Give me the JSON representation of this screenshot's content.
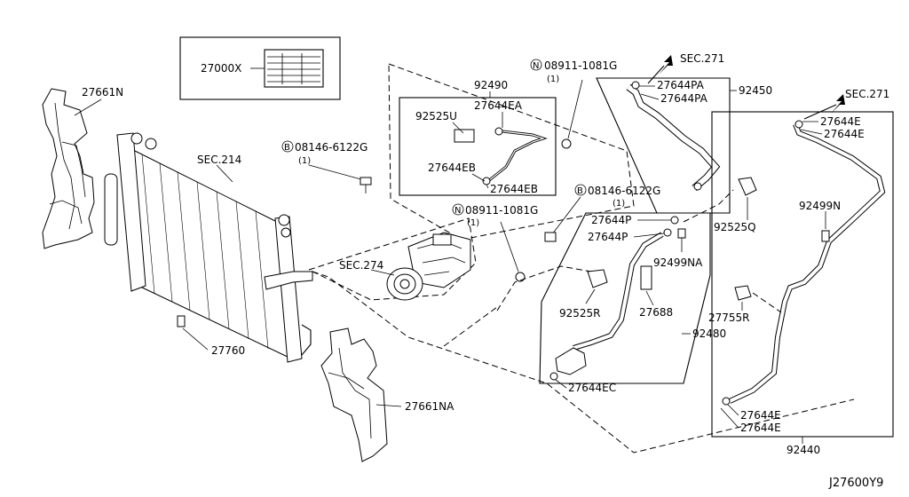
{
  "diagram_id": "J27600Y9",
  "labels": {
    "p27000x": "27000X",
    "p27661n": "27661N",
    "sec214": "SEC.214",
    "bolt1": "08146-6122G",
    "bolt1_qty": "(1)",
    "p92490": "92490",
    "p92525u": "92525U",
    "p27644ea": "27644EA",
    "p27644eb_a": "27644EB",
    "p27644eb_b": "27644EB",
    "nut1": "08911-1081G",
    "nut1_qty": "(1)",
    "sec271_a": "SEC.271",
    "p27644pa_a": "27644PA",
    "p27644pa_b": "27644PA",
    "p92450": "92450",
    "sec271_b": "SEC.271",
    "p27644e_a": "27644E",
    "p27644e_b": "27644E",
    "bolt2": "08146-6122G",
    "bolt2_qty": "(1)",
    "nut2": "08911-1081G",
    "nut2_qty": "(1)",
    "p27644p_a": "27644P",
    "p27644p_b": "27644P",
    "p92499na": "92499NA",
    "p92525q": "92525Q",
    "p92499n": "92499N",
    "sec274": "SEC.274",
    "p92525r": "92525R",
    "p27688": "27688",
    "p27755r": "27755R",
    "p92480": "92480",
    "p27760": "27760",
    "p27644ec": "27644EC",
    "p27661na": "27661NA",
    "p27644e_c": "27644E",
    "p27644e_d": "27644E",
    "p92440": "92440",
    "bolt_marker": "B",
    "nut_marker": "N"
  }
}
